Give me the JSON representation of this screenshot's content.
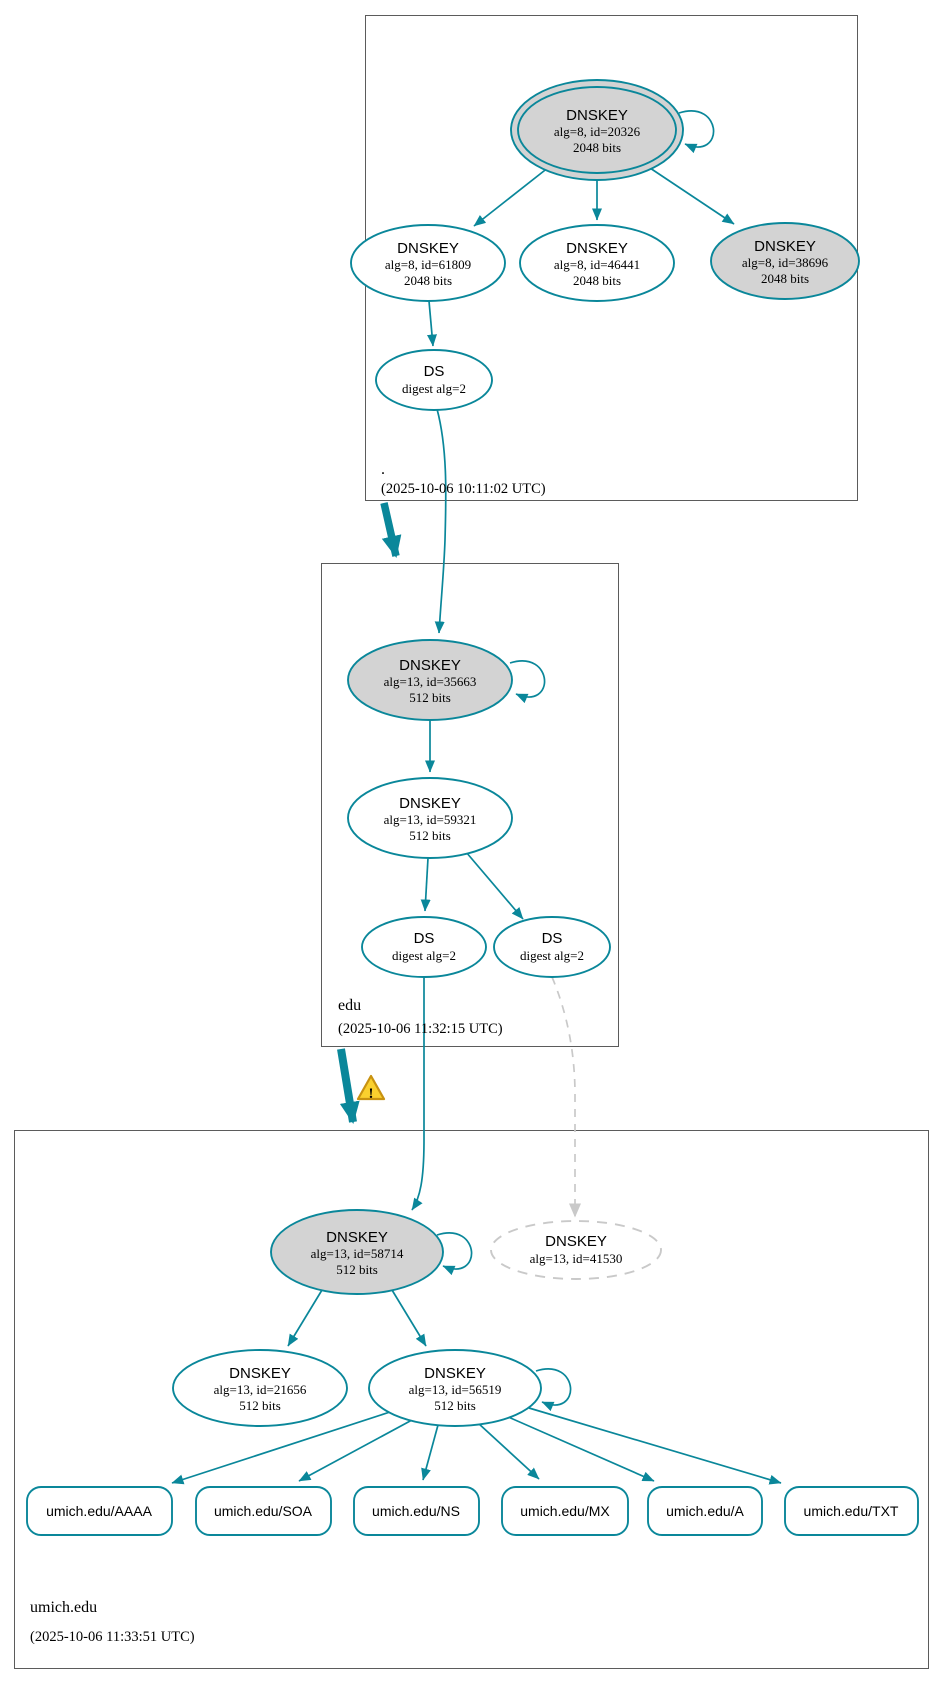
{
  "diagram_type": "dnssec-authentication-chain",
  "colors": {
    "secure_edge": "#0a879a",
    "ksk_fill": "#d3d3d3",
    "insecure_gray": "#c9c9c9",
    "warning_yellow": "#fad02e",
    "warning_border": "#c89211",
    "box_border": "#5b5b5b"
  },
  "zones": [
    {
      "name": ".",
      "timestamp": "(2025-10-06 10:11:02 UTC)"
    },
    {
      "name": "edu",
      "timestamp": "(2025-10-06 11:32:15 UTC)"
    },
    {
      "name": "umich.edu",
      "timestamp": "(2025-10-06 11:33:51 UTC)"
    }
  ],
  "nodes": {
    "ksk_20326": {
      "title": "DNSKEY",
      "params": "alg=8, id=20326",
      "bits": "2048 bits"
    },
    "zsk_61809": {
      "title": "DNSKEY",
      "params": "alg=8, id=61809",
      "bits": "2048 bits"
    },
    "zsk_46441": {
      "title": "DNSKEY",
      "params": "alg=8, id=46441",
      "bits": "2048 bits"
    },
    "zsk_38696": {
      "title": "DNSKEY",
      "params": "alg=8, id=38696",
      "bits": "2048 bits"
    },
    "ds_root": {
      "title": "DS",
      "params": "digest alg=2"
    },
    "ksk_35663": {
      "title": "DNSKEY",
      "params": "alg=13, id=35663",
      "bits": "512 bits"
    },
    "zsk_59321": {
      "title": "DNSKEY",
      "params": "alg=13, id=59321",
      "bits": "512 bits"
    },
    "ds_edu_left": {
      "title": "DS",
      "params": "digest alg=2"
    },
    "ds_edu_right": {
      "title": "DS",
      "params": "digest alg=2"
    },
    "ksk_58714": {
      "title": "DNSKEY",
      "params": "alg=13, id=58714",
      "bits": "512 bits"
    },
    "dnskey_41530": {
      "title": "DNSKEY",
      "params": "alg=13, id=41530"
    },
    "zsk_21656": {
      "title": "DNSKEY",
      "params": "alg=13, id=21656",
      "bits": "512 bits"
    },
    "zsk_56519": {
      "title": "DNSKEY",
      "params": "alg=13, id=56519",
      "bits": "512 bits"
    }
  },
  "rrsets": [
    {
      "label": "umich.edu/AAAA"
    },
    {
      "label": "umich.edu/SOA"
    },
    {
      "label": "umich.edu/NS"
    },
    {
      "label": "umich.edu/MX"
    },
    {
      "label": "umich.edu/A"
    },
    {
      "label": "umich.edu/TXT"
    }
  ],
  "warning": {
    "symbol": "!"
  }
}
